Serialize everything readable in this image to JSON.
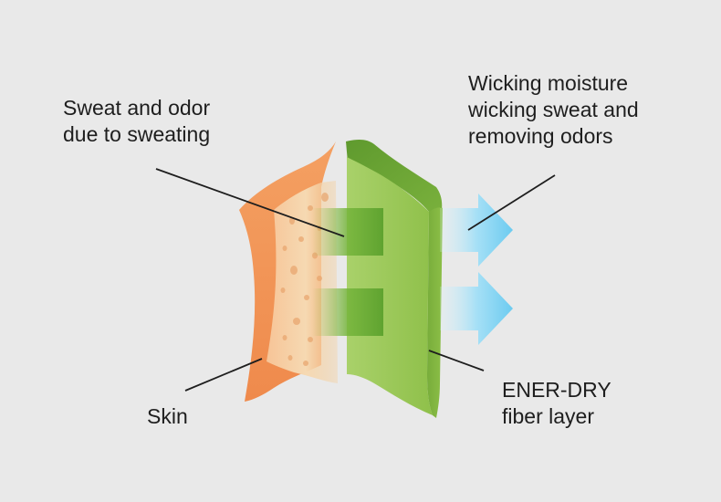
{
  "diagram": {
    "labels": {
      "sweat": [
        "Sweat and odor",
        "due to sweating"
      ],
      "wicking": [
        "Wicking moisture",
        "wicking sweat and",
        "removing odors"
      ],
      "skin": [
        "Skin"
      ],
      "fiber": [
        "ENER-DRY",
        "fiber layer"
      ]
    },
    "colors": {
      "background": "#e9e9e9",
      "skin_orange": "#f39a5c",
      "skin_inner": "#f5d2a6",
      "fiber_green": "#8fc04a",
      "fiber_dark": "#6a9e34",
      "arrow_blue": "#7fd3f2",
      "leader_line": "#1e1e1e"
    }
  }
}
